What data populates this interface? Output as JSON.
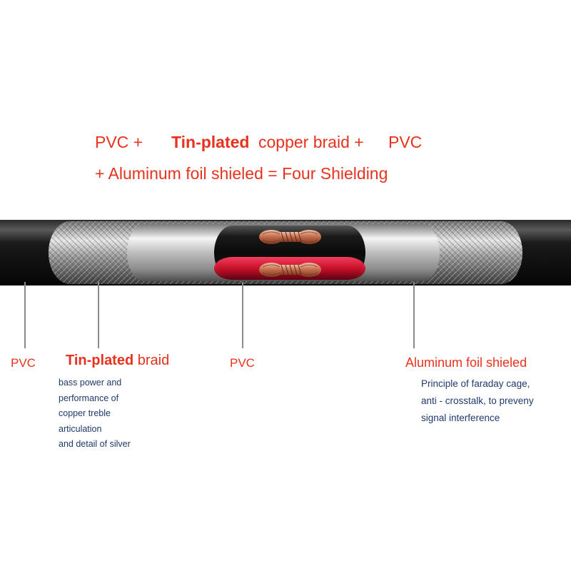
{
  "headline": {
    "line1_part1": "PVC +",
    "line1_bold": "Tin-plated",
    "line1_part2": "copper braid +",
    "line1_part3": "PVC",
    "line2": "+ Aluminum foil shieled = Four Shielding"
  },
  "labels": {
    "pvc_outer": "PVC",
    "braid_bold": "Tin-plated",
    "braid_rest": "braid",
    "pvc_inner": "PVC",
    "foil": "Aluminum foil shieled"
  },
  "braid_notes": [
    "bass power and",
    "performance of",
    "copper treble",
    "articulation",
    "and detail of silver"
  ],
  "foil_notes": [
    "Principle of faraday cage,",
    "anti - crosstalk, to preveny",
    "signal interference"
  ],
  "colors": {
    "accent_red": "#e8321e",
    "note_blue": "#1f3a6b",
    "jacket": "#111111",
    "leader_line": "#8a8a8a"
  }
}
